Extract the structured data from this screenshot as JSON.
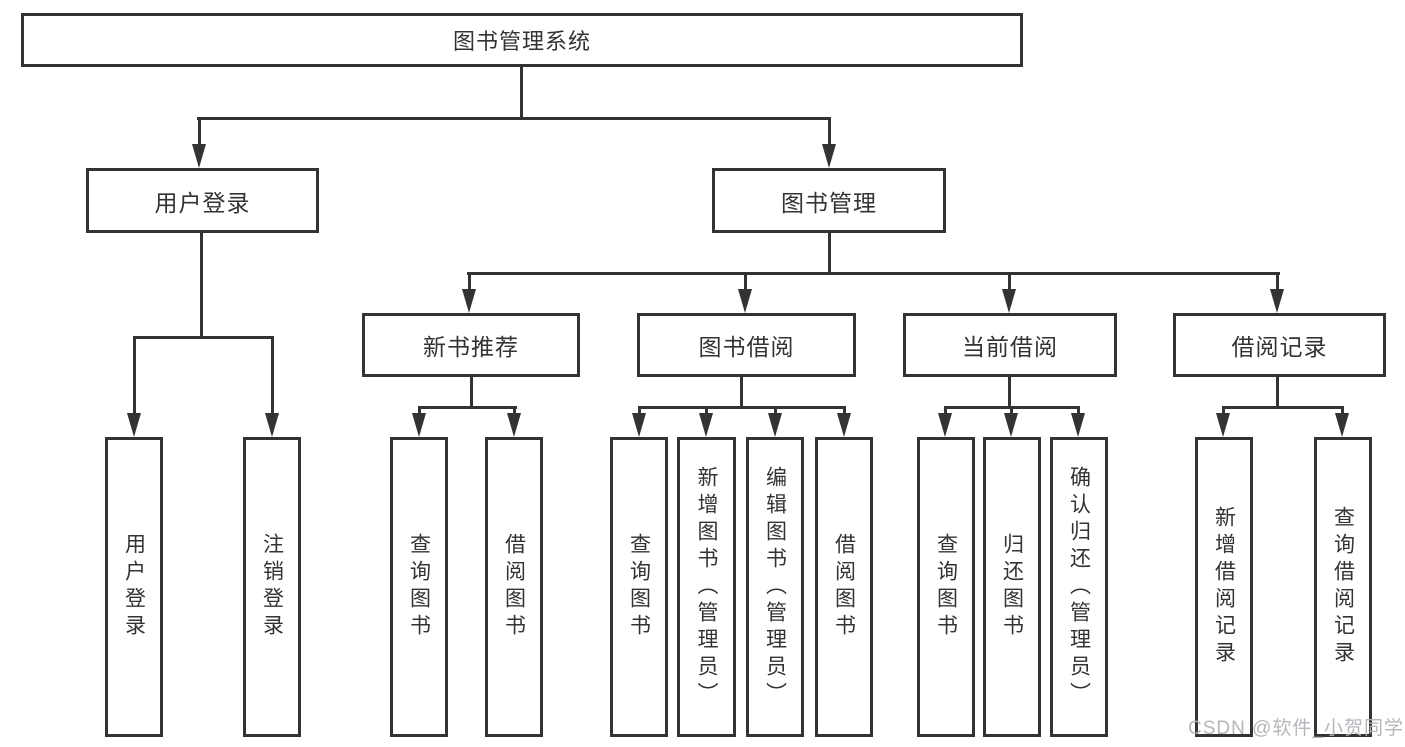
{
  "diagram": {
    "title": "图书管理系统",
    "root": "图书管理系统",
    "left_branch": {
      "label": "用户登录",
      "children": [
        "用户登录",
        "注销登录"
      ]
    },
    "right_branch": {
      "label": "图书管理",
      "groups": [
        {
          "label": "新书推荐",
          "children": [
            "查询图书",
            "借阅图书"
          ]
        },
        {
          "label": "图书借阅",
          "children": [
            "查询图书",
            "新增图书（管理员）",
            "编辑图书（管理员）",
            "借阅图书"
          ]
        },
        {
          "label": "当前借阅",
          "children": [
            "查询图书",
            "归还图书",
            "确认归还（管理员）"
          ]
        },
        {
          "label": "借阅记录",
          "children": [
            "新增借阅记录",
            "查询借阅记录"
          ]
        }
      ]
    },
    "watermark": "CSDN @软件_小贺同学",
    "colors": {
      "line": "#333333",
      "text": "#333333",
      "background": "#ffffff",
      "watermark": "#b2b2b8"
    }
  }
}
